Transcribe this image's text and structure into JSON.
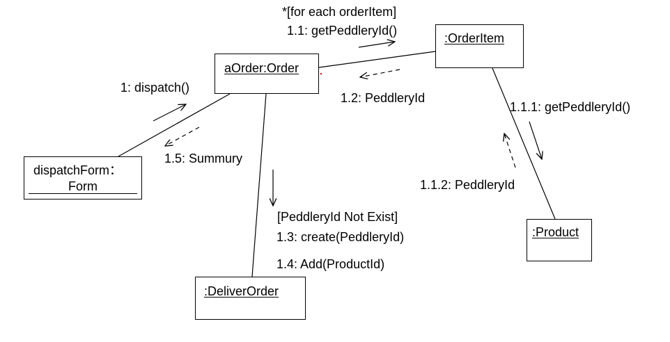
{
  "objects": {
    "aorder": "aOrder:Order",
    "orderitem": ":OrderItem",
    "dispatch_line1": "dispatchForm：",
    "dispatch_line2": "Form",
    "product": ":Product",
    "deliver": ":DeliverOrder"
  },
  "messages": {
    "guard_foreach": "*[for each orderItem]",
    "m11": "1.1: getPeddleryId()",
    "m1": "1: dispatch()",
    "m12": "1.2: PeddleryId",
    "m111": "1.1.1: getPeddleryId()",
    "m15": "1.5: Summury",
    "m112": "1.1.2: PeddleryId",
    "guard_notexist": "[PeddleryId Not Exist]",
    "m13": "1.3: create(PeddleryId)",
    "m14": "1.4: Add(ProductId)"
  }
}
